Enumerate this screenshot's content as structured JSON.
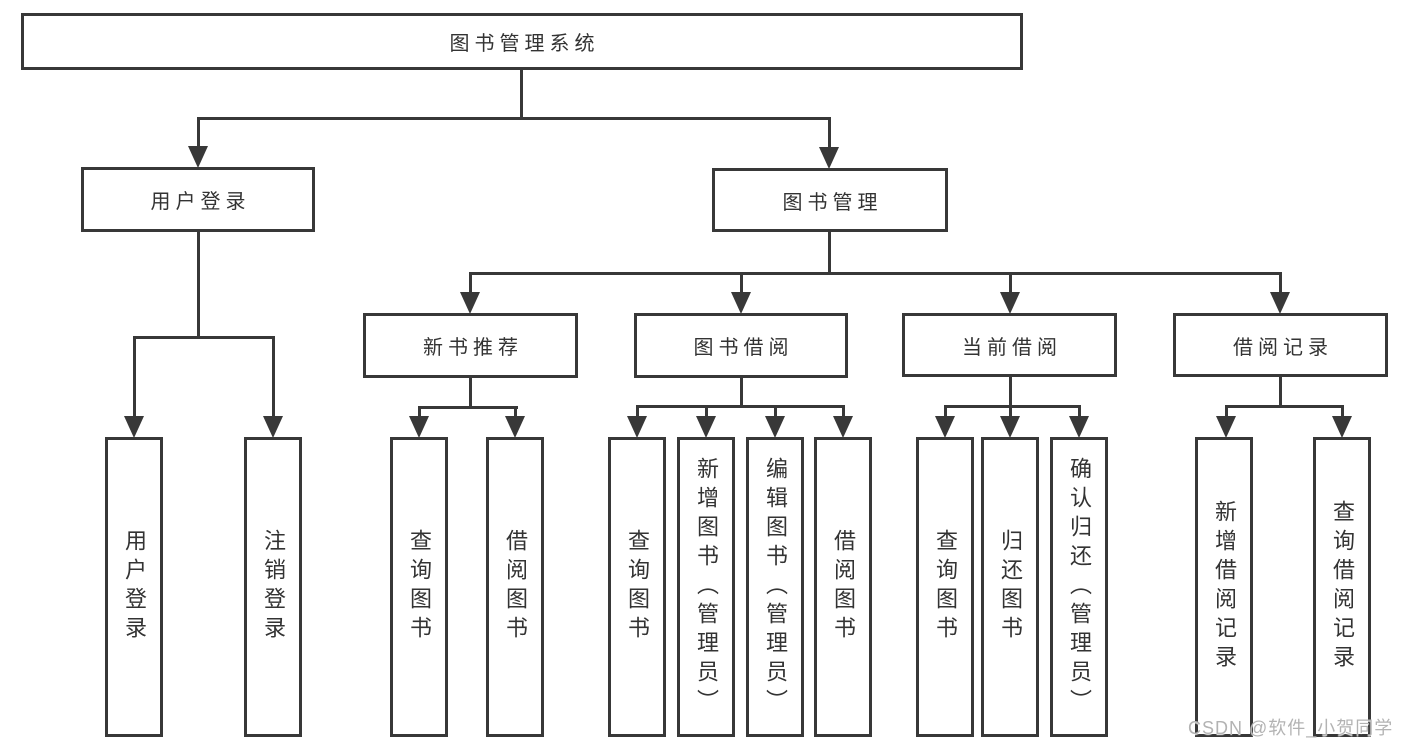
{
  "diagram": {
    "title": "图书管理系统",
    "branches": [
      {
        "label": "用户登录",
        "children": [
          "用户登录",
          "注销登录"
        ]
      },
      {
        "label": "图书管理",
        "children": [
          {
            "label": "新书推荐",
            "children": [
              "查询图书",
              "借阅图书"
            ]
          },
          {
            "label": "图书借阅",
            "children": [
              "查询图书",
              "新增图书（管理员）",
              "编辑图书（管理员）",
              "借阅图书"
            ]
          },
          {
            "label": "当前借阅",
            "children": [
              "查询图书",
              "归还图书",
              "确认归还（管理员）"
            ]
          },
          {
            "label": "借阅记录",
            "children": [
              "新增借阅记录",
              "查询借阅记录"
            ]
          }
        ]
      }
    ]
  },
  "watermark": "CSDN @软件_小贺同学",
  "colors": {
    "line": "#383838",
    "text": "#333333",
    "watermark": "#b3b3b3",
    "background": "#ffffff"
  }
}
